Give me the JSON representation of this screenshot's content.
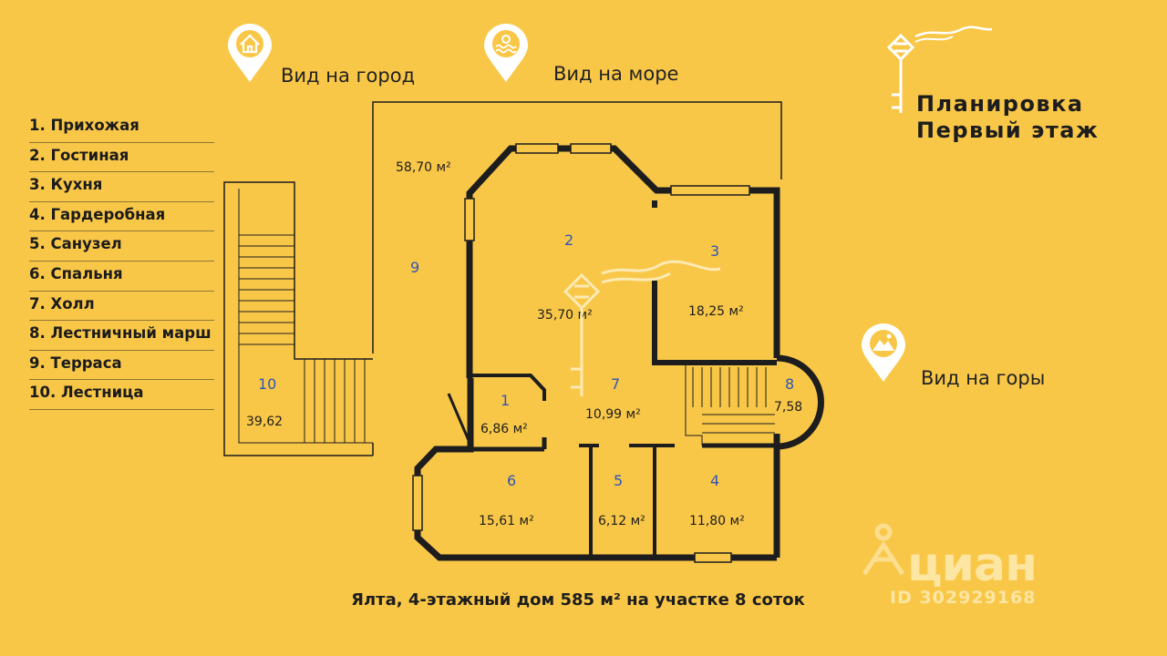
{
  "legend": {
    "items": [
      "1. Прихожая",
      "2. Гостиная",
      "3. Кухня",
      "4. Гардеробная",
      "5. Санузел",
      "6. Спальня",
      "7. Холл",
      "8. Лестничный марш",
      "9. Терраса",
      "10. Лестница"
    ]
  },
  "views": {
    "city": "Вид на город",
    "sea": "Вид на море",
    "mountains": "Вид на горы"
  },
  "title": {
    "line1": "Планировка",
    "line2": "Первый этаж"
  },
  "rooms": [
    {
      "number": "1",
      "area": "6,86 м²"
    },
    {
      "number": "2",
      "area": "35,70 м²"
    },
    {
      "number": "3",
      "area": "18,25 м²"
    },
    {
      "number": "4",
      "area": "11,80 м²"
    },
    {
      "number": "5",
      "area": "6,12 м²"
    },
    {
      "number": "6",
      "area": "15,61 м²"
    },
    {
      "number": "7",
      "area": "10,99 м²"
    },
    {
      "number": "8",
      "area": "7,58"
    },
    {
      "number": "9",
      "area": "58,70 м²"
    },
    {
      "number": "10",
      "area": "39,62"
    }
  ],
  "caption": "Ялта, 4-этажный дом 585 м² на участке 8 соток",
  "watermark": {
    "brand": "циан",
    "id": "ID 302929168"
  },
  "colors": {
    "background": "#F9C748",
    "wall": "#1d1d1d",
    "room_number": "#2e55b8",
    "icon_fill": "#ffffff"
  }
}
